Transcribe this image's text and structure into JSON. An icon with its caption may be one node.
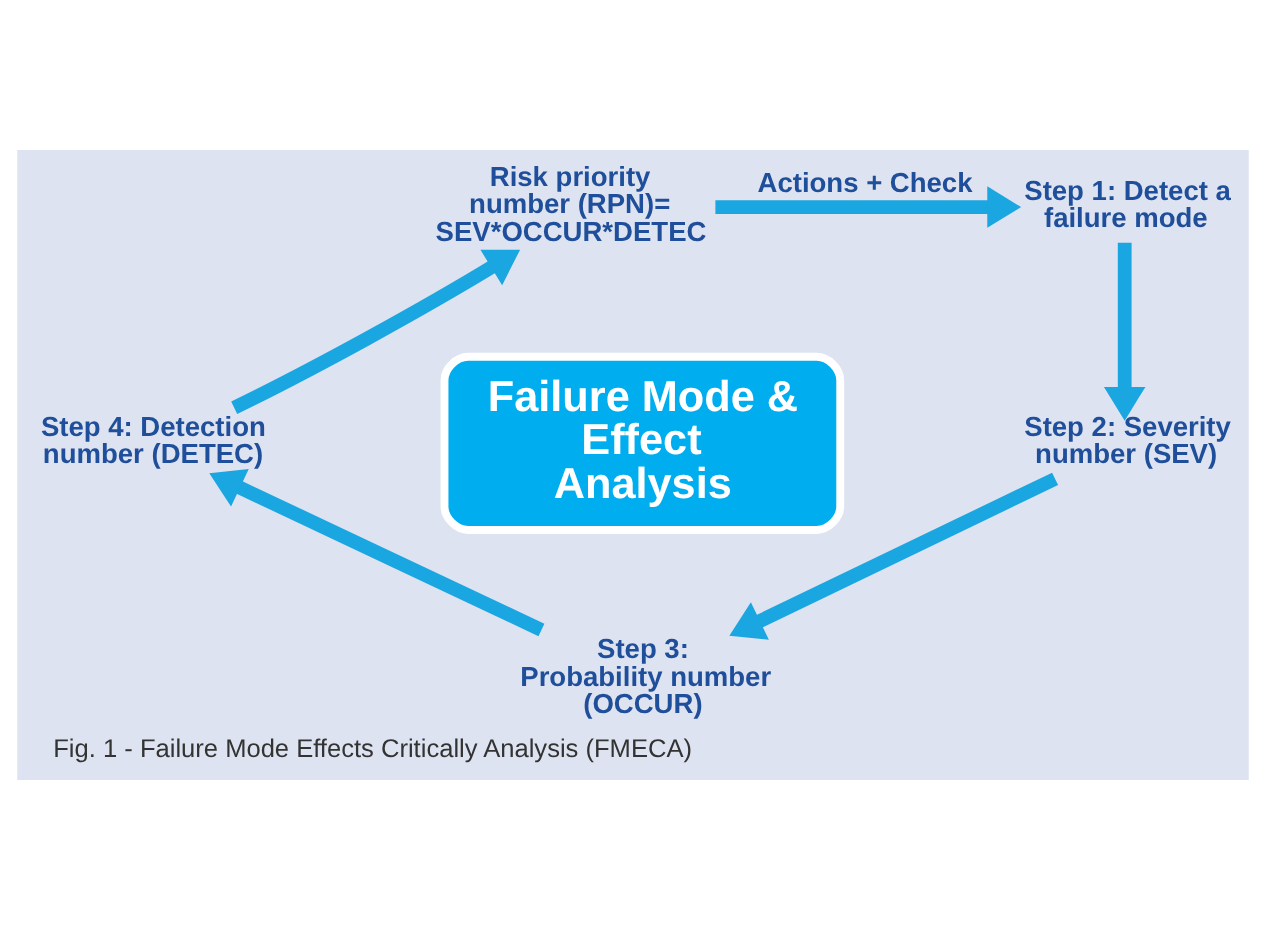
{
  "diagram": {
    "caption": "Fig. 1 - Failure Mode Effects Critically Analysis (FMECA)",
    "nodes": [
      {
        "text": [
          "Risk priority number (RPN)= SEV*OCCUR*DETEC"
        ]
      },
      {
        "text": [
          "Step 1: Detect a failure mode"
        ]
      },
      {
        "text": [
          "Step 2: Severity number (SEV)"
        ]
      },
      {
        "text": [
          "Step 3: Probability number (OCCUR)"
        ]
      },
      {
        "text": [
          "Step 4: Detection number (DETEC)"
        ]
      },
      {
        "text": [
          "Failure Mode & Effect Analysis"
        ]
      }
    ],
    "edges": [
      {
        "from": 0,
        "to": 1,
        "arrow": "to",
        "label": "Actions + Check"
      },
      {
        "from": 1,
        "to": 2,
        "arrow": "to"
      },
      {
        "from": 2,
        "to": 3,
        "arrow": "to"
      },
      {
        "from": 3,
        "to": 4,
        "arrow": "to"
      },
      {
        "from": 4,
        "to": 0,
        "arrow": "to"
      }
    ]
  }
}
